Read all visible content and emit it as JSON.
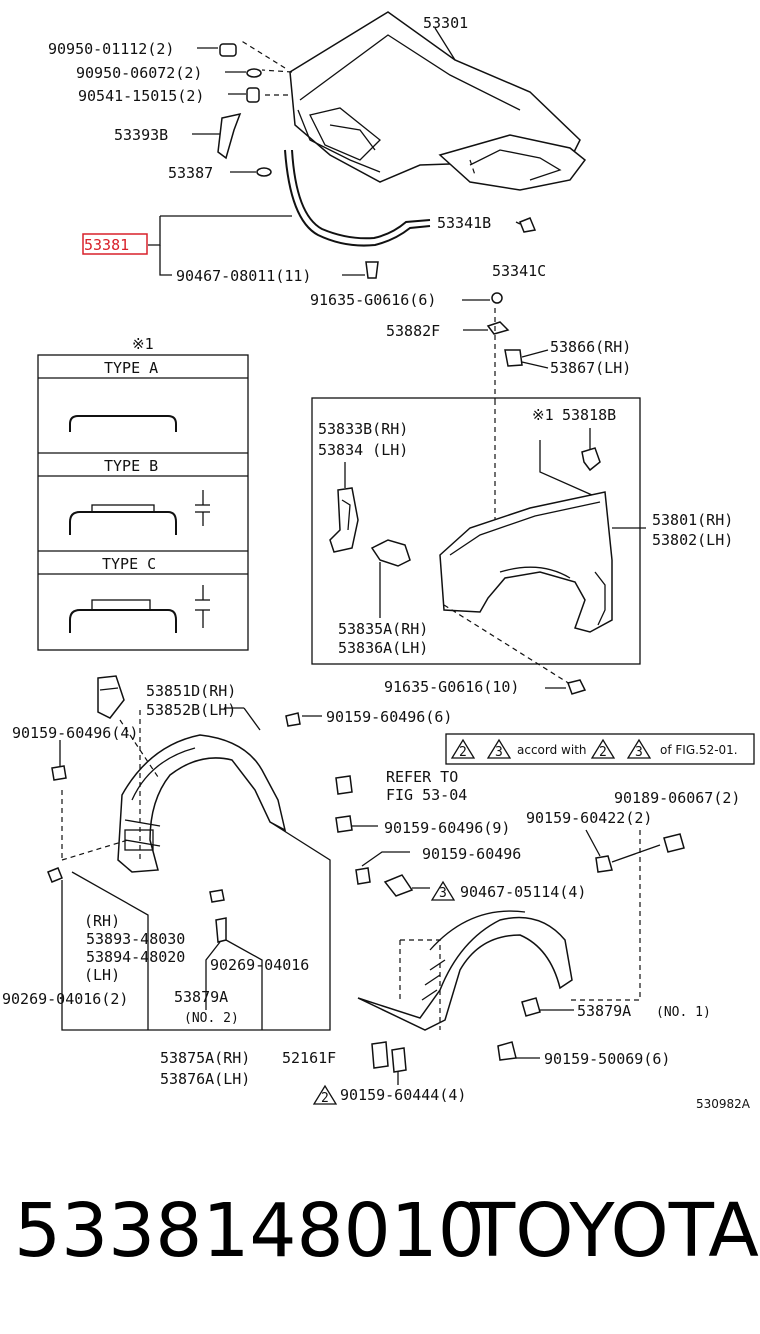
{
  "diagram": {
    "labels": {
      "p53301": "53301",
      "p90950_01112": "90950-01112(2)",
      "p90950_06072": "90950-06072(2)",
      "p90541_15015": "90541-15015(2)",
      "p53393B": "53393B",
      "p53387": "53387",
      "p53381": "53381",
      "p90467_08011": "90467-08011(11)",
      "p53341B": "53341B",
      "p53341C": "53341C",
      "p91635_G0616a": "91635-G0616(6)",
      "p53882F": "53882F",
      "p53866": "53866(RH)",
      "p53867": "53867(LH)",
      "note_mark": "※1",
      "type_a": "TYPE A",
      "type_b": "TYPE B",
      "type_c": "TYPE C",
      "p53833B": "53833B(RH)",
      "p53834": "53834 (LH)",
      "note_mark2": "※1",
      "p53818B": "53818B",
      "p53801": "53801(RH)",
      "p53802": "53802(LH)",
      "p53835A": "53835A(RH)",
      "p53836A": "53836A(LH)",
      "p91635_G0616b": "91635-G0616(10)",
      "p53851D": "53851D(RH)",
      "p53852B": "53852B(LH)",
      "p90159_60496a": "90159-60496(6)",
      "p90159_60496b": "90159-60496(4)",
      "accord_a": "2",
      "accord_b": "3",
      "accord_text1": "accord with",
      "accord_c": "2",
      "accord_d": "3",
      "accord_text2": "of FIG.52-01.",
      "refer1": "REFER TO",
      "refer2": "FIG 53-04",
      "p90189_06067": "90189-06067(2)",
      "p90159_60496c": "90159-60496(9)",
      "p90159_60422": "90159-60422(2)",
      "p90159_60496d": "90159-60496",
      "tri_90467": "3",
      "p90467_05114": "90467-05114(4)",
      "rh": "(RH)",
      "p53893_48030": "53893-48030",
      "p53894_48020": "53894-48020",
      "lh": "(LH)",
      "p90269_04016a": "90269-04016",
      "p90269_04016b": "90269-04016(2)",
      "p53879A_no2": "53879A",
      "no2": "(NO. 2)",
      "p53879A_no1": "53879A",
      "no1": "(NO. 1)",
      "p53875A": "53875A(RH)",
      "p53876A": "53876A(LH)",
      "p52161F": "52161F",
      "p90159_50069": "90159-50069(6)",
      "tri_90159": "2",
      "p90159_60444": "90159-60444(4)",
      "fig_code": "530982A"
    },
    "highlight_color": "#d8202a"
  },
  "caption": {
    "part_number": "5338148010",
    "brand": "TOYOTA"
  }
}
